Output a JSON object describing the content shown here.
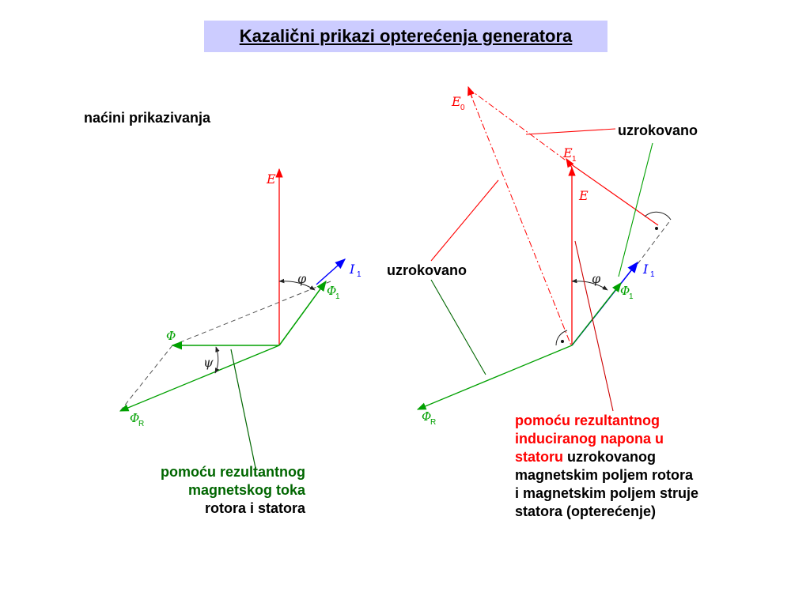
{
  "title": "Kazalični prikazi opterećenja generatora",
  "subtitle": "naćini prikazivanja",
  "labels": {
    "caused_right": "uzrokovano",
    "caused_left": "uzrokovano"
  },
  "left_caption": {
    "line1": "pomoću rezultantnog",
    "line2": "magnetskog toka",
    "line3": "rotora i statora"
  },
  "right_caption": {
    "line1": "pomoću rezultantnog",
    "line2": "induciranog napona u",
    "line3_red": "statoru",
    "line3_black": " uzrokovanog",
    "line4": "magnetskim poljem rotora",
    "line5": "i magnetskim poljem struje",
    "line6": "statora (opterećenje)"
  },
  "symbols": {
    "E": "E",
    "E0": "E",
    "E0_sub": "0",
    "E1": "E",
    "E1_sub": "1",
    "I1": "I",
    "I1_sub": "1",
    "Phi": "Φ",
    "Phi1": "Φ",
    "Phi1_sub": "1",
    "PhiR": "Φ",
    "PhiR_sub": "R",
    "phi": "φ",
    "psi": "ψ"
  },
  "colors": {
    "red": "#ff0000",
    "green": "#00a000",
    "dark_green": "#006600",
    "blue": "#0000ff",
    "dashed": "#555555",
    "title_bg": "#ccccff"
  }
}
